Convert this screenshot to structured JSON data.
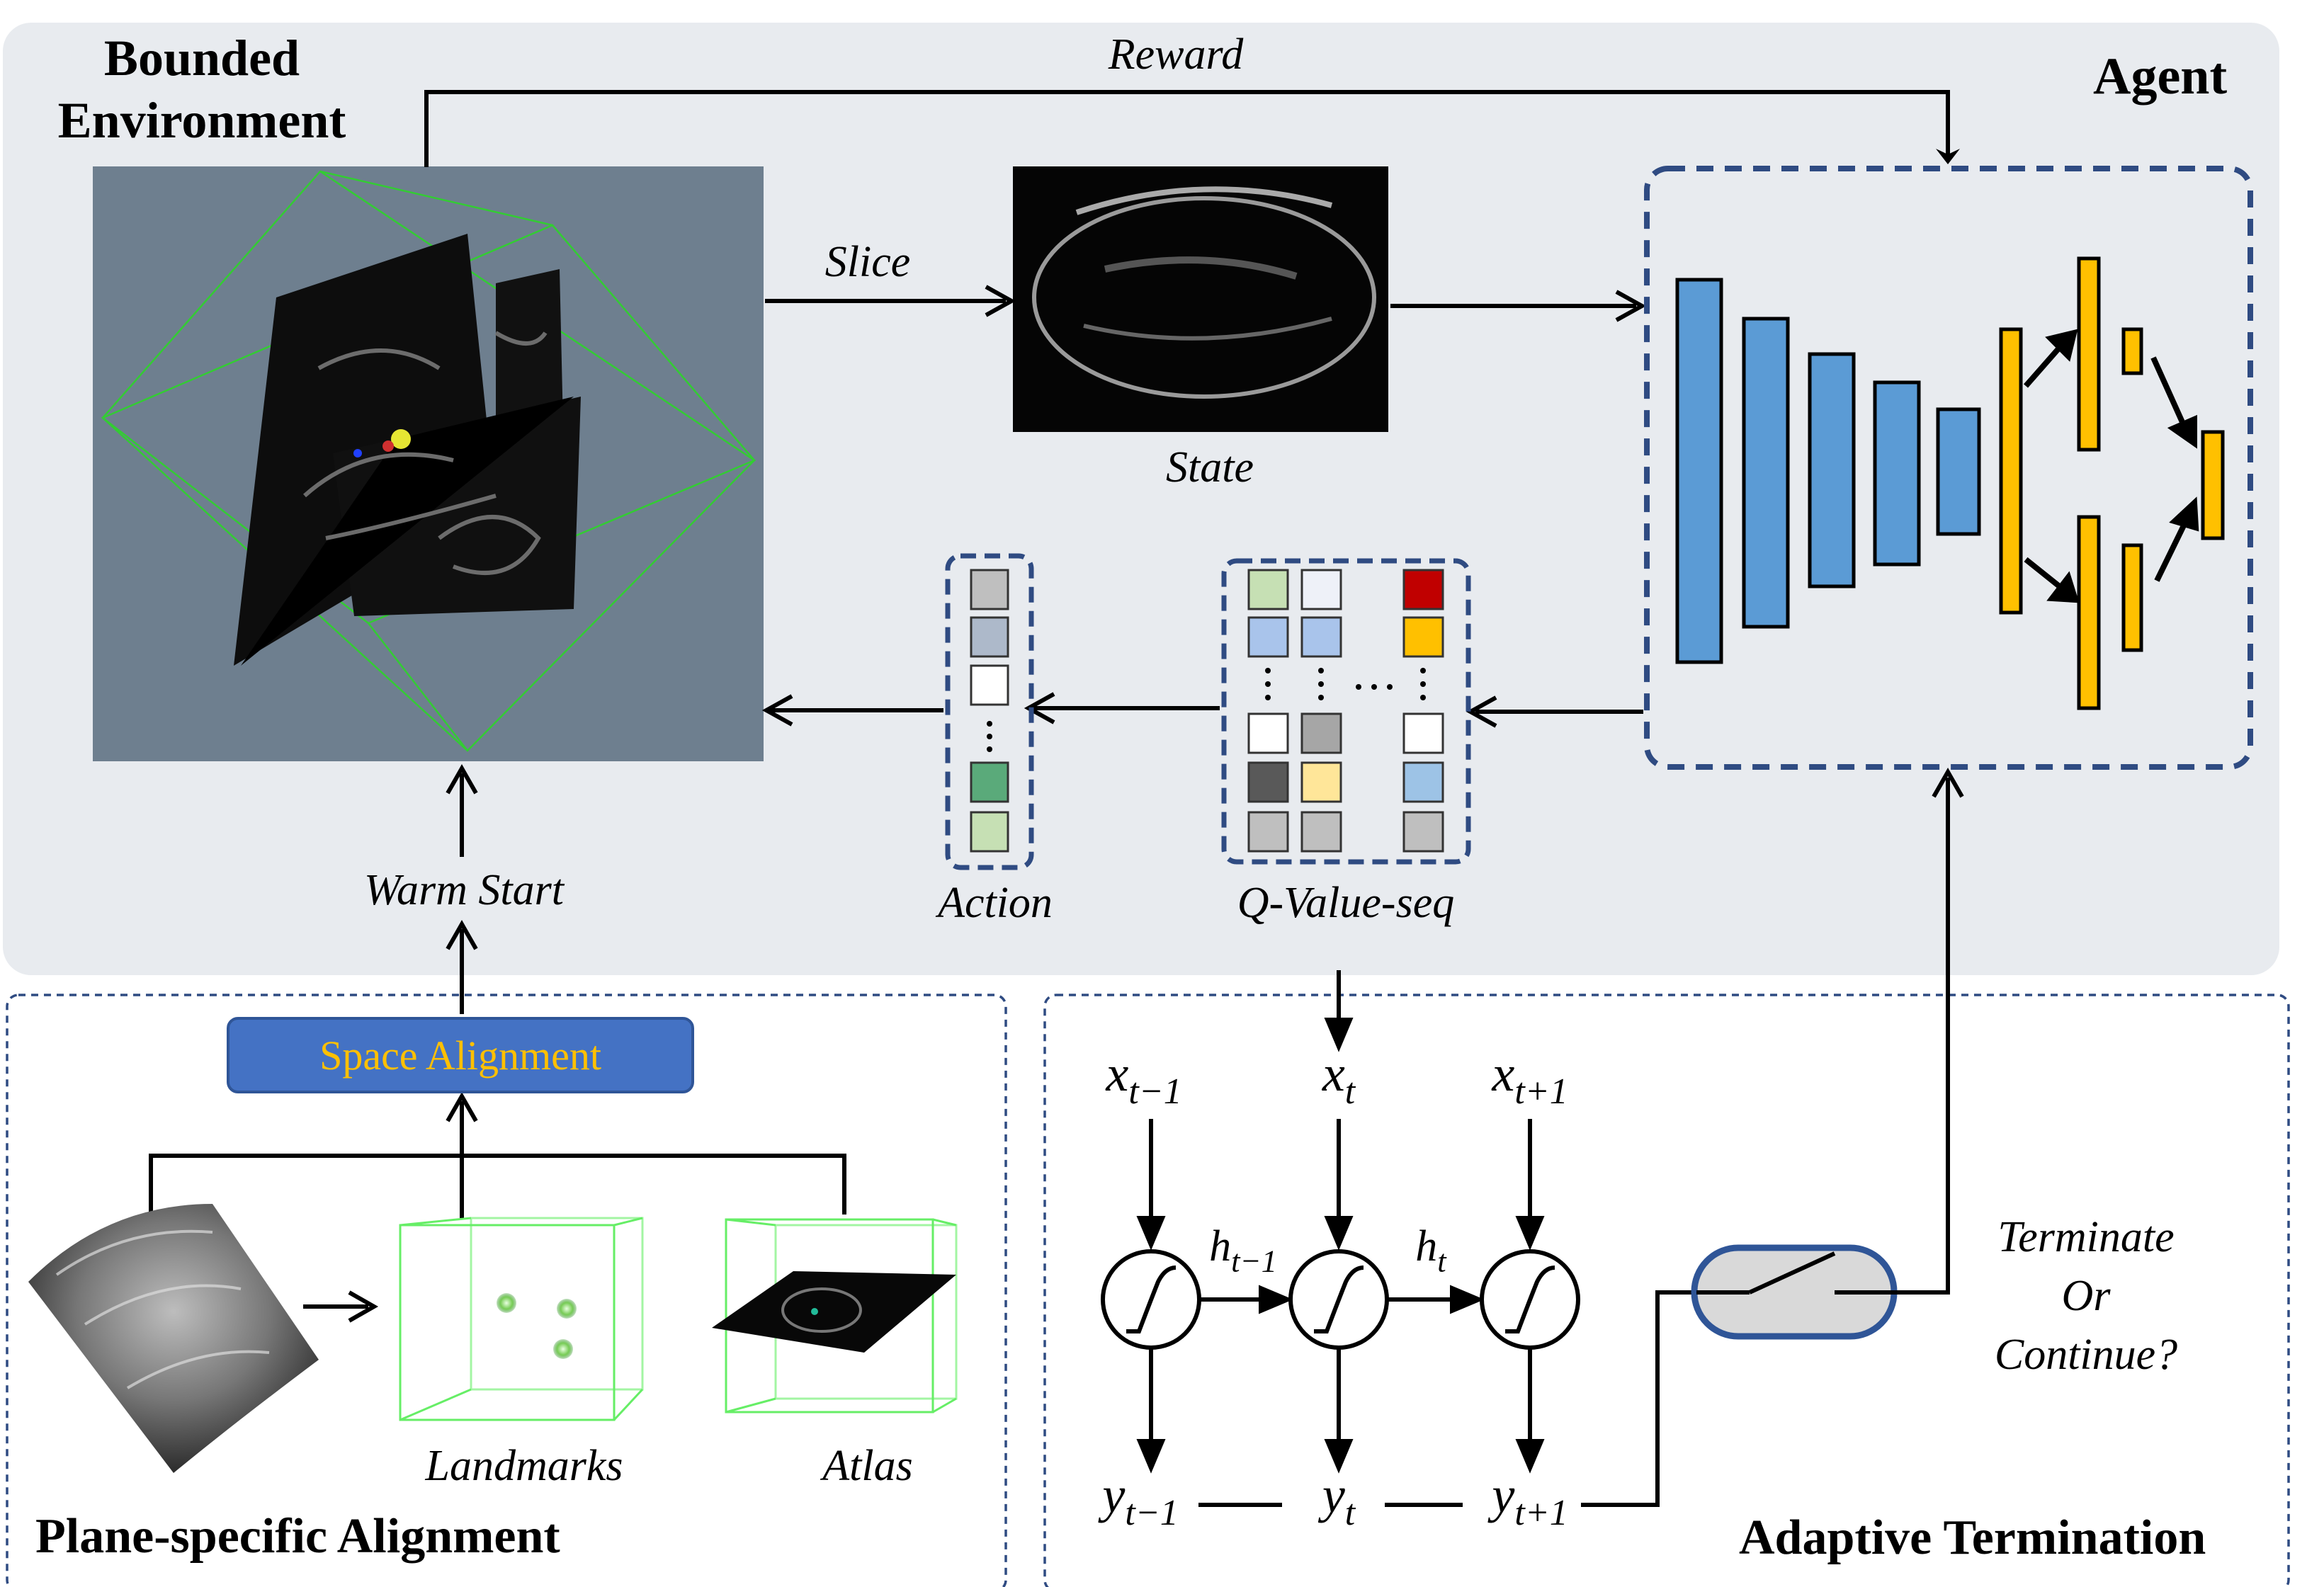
{
  "panels": {
    "environment_title": "Bounded\nEnvironment",
    "agent_title": "Agent",
    "alignment_title": "Plane-specific Alignment",
    "termination_title": "Adaptive Termination"
  },
  "labels": {
    "reward": "Reward",
    "slice": "Slice",
    "state": "State",
    "action": "Action",
    "qvalue": "Q-Value-seq",
    "warm_start": "Warm Start",
    "space_alignment": "Space Alignment",
    "landmarks": "Landmarks",
    "atlas": "Atlas",
    "terminate_line1": "Terminate",
    "terminate_line2": "Or",
    "terminate_line3": "Continue?"
  },
  "rnn": {
    "inputs": [
      {
        "base": "x",
        "sub": "t−1"
      },
      {
        "base": "x",
        "sub": "t"
      },
      {
        "base": "x",
        "sub": "t+1"
      }
    ],
    "hidden": [
      {
        "base": "h",
        "sub": "t−1"
      },
      {
        "base": "h",
        "sub": "t"
      }
    ],
    "outputs": [
      {
        "base": "y",
        "sub": "t−1"
      },
      {
        "base": "y",
        "sub": "t"
      },
      {
        "base": "y",
        "sub": "t+1"
      }
    ]
  },
  "colors": {
    "top_panel": "#e8ebef",
    "dashed_box": "#2f4b82",
    "blue_layer": "#5b9bd5",
    "yellow_layer": "#ffc000",
    "volume_bg": "#6e7f8f",
    "green_wire": "#33cc33"
  },
  "icons": [
    "up-arrow-icon",
    "switch-icon",
    "sigmoid-icon"
  ]
}
